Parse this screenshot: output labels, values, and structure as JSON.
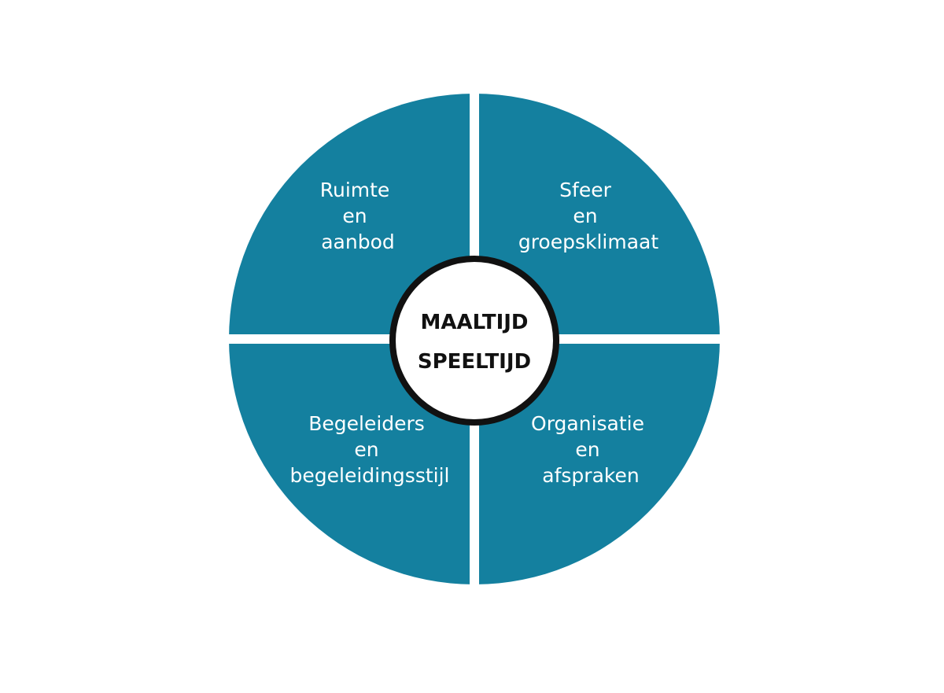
{
  "colors": {
    "quadrant_fill": "#14809F",
    "divider": "#ffffff",
    "center_fill": "#ffffff",
    "center_border": "#111111",
    "quadrant_text": "#ffffff",
    "center_text": "#111111"
  },
  "quadrants": {
    "top_left": {
      "lines": [
        "Ruimte",
        "en",
        "aanbod"
      ]
    },
    "top_right": {
      "lines": [
        "Sfeer",
        "en",
        "groepsklimaat"
      ]
    },
    "bottom_left": {
      "lines": [
        "Begeleiders",
        "en",
        "begeleidingsstijl"
      ]
    },
    "bottom_right": {
      "lines": [
        "Organisatie",
        "en",
        "afspraken"
      ]
    }
  },
  "center": {
    "line1": "MAALTIJD",
    "line2": "SPEELTIJD"
  }
}
